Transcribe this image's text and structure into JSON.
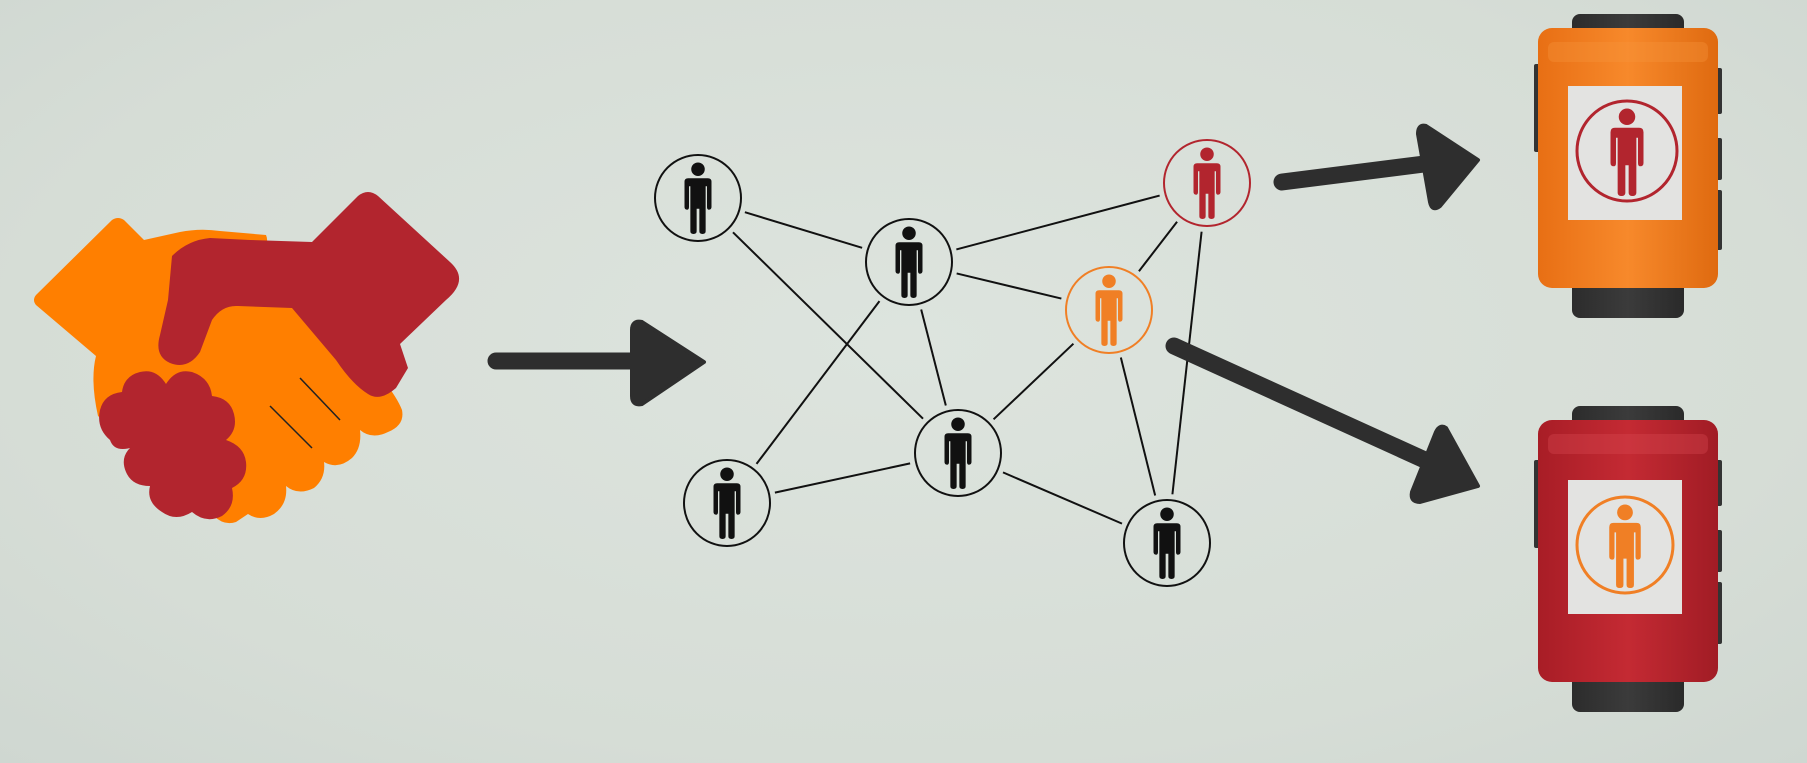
{
  "colors": {
    "background": "#d8dfd9",
    "orange": "#ff7f00",
    "red": "#b2252e",
    "black": "#111111",
    "arrow": "#2e2e2e",
    "watch_band": "#333333",
    "watch_screen": "#e3e3e1"
  },
  "icons": {
    "handshake": "handshake-icon",
    "person": "person-icon",
    "arrow": "arrow-right-icon",
    "watch": "smartwatch-icon"
  },
  "network": {
    "nodes": [
      {
        "id": "n1",
        "color": "black"
      },
      {
        "id": "n2",
        "color": "black"
      },
      {
        "id": "n3",
        "color": "red"
      },
      {
        "id": "n4",
        "color": "orange"
      },
      {
        "id": "n5",
        "color": "black"
      },
      {
        "id": "n6",
        "color": "black"
      },
      {
        "id": "n7",
        "color": "black"
      }
    ],
    "edges": [
      [
        "n1",
        "n2"
      ],
      [
        "n1",
        "n5"
      ],
      [
        "n2",
        "n3"
      ],
      [
        "n2",
        "n4"
      ],
      [
        "n2",
        "n6"
      ],
      [
        "n2",
        "n5"
      ],
      [
        "n3",
        "n4"
      ],
      [
        "n3",
        "n7"
      ],
      [
        "n4",
        "n5"
      ],
      [
        "n4",
        "n7"
      ],
      [
        "n6",
        "n5"
      ],
      [
        "n5",
        "n7"
      ]
    ]
  },
  "watches": [
    {
      "id": "watch-orange",
      "case_color": "orange",
      "person_color": "red"
    },
    {
      "id": "watch-red",
      "case_color": "red",
      "person_color": "orange"
    }
  ]
}
